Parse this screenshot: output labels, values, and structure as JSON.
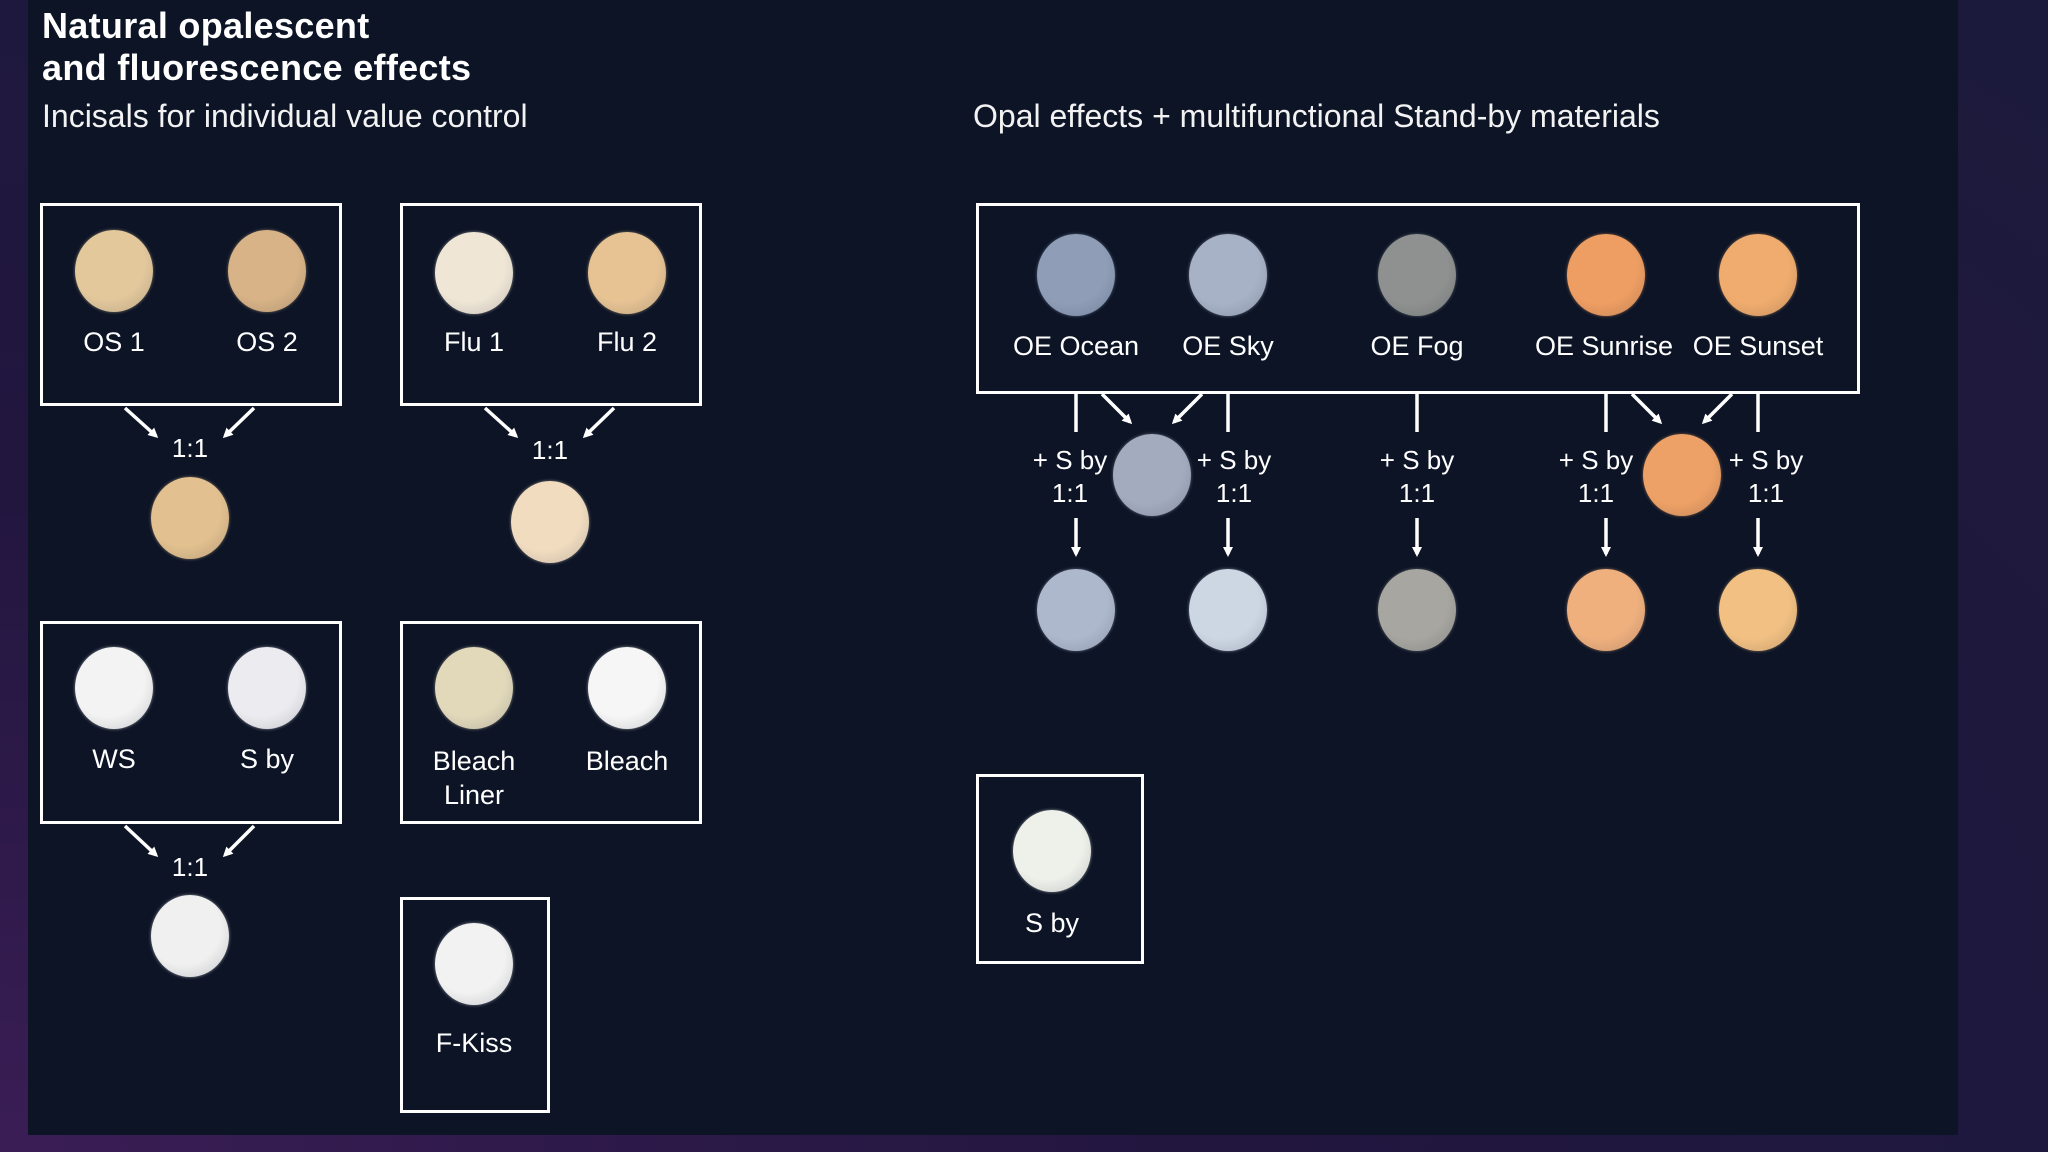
{
  "left": {
    "title_line1": "Natural opalescent",
    "title_line2": "and fluorescence effects",
    "subtitle": "Incisals for individual value control"
  },
  "right": {
    "subtitle": "Opal effects + multifunctional Stand-by materials"
  },
  "labels": {
    "os1": "OS 1",
    "os2": "OS 2",
    "flu1": "Flu 1",
    "flu2": "Flu 2",
    "ws": "WS",
    "sby": "S by",
    "bleach_liner_1": "Bleach",
    "bleach_liner_2": "Liner",
    "bleach": "Bleach",
    "fkiss": "F-Kiss",
    "oe_ocean": "OE Ocean",
    "oe_sky": "OE Sky",
    "oe_fog": "OE Fog",
    "oe_sunrise": "OE Sunrise",
    "oe_sunset": "OE Sunset",
    "sby_single": "S by"
  },
  "mix": {
    "ratio": "1:1",
    "plus_sby": "+ S by"
  },
  "colors": {
    "os1": "#e3c89c",
    "os2": "#d8b387",
    "mix_os": "#e2c08f",
    "flu1": "#efe6d6",
    "flu2": "#e7c394",
    "mix_flu": "#f1dcc0",
    "ws": "#f3f3f3",
    "sby": "#ececf0",
    "mix_ws": "#f0f0f0",
    "bleach_liner": "#e2d9bb",
    "bleach": "#f6f6f6",
    "fkiss": "#f2f2f2",
    "oe_ocean": "#8f9db7",
    "oe_sky": "#a8b2c6",
    "oe_fog": "#8e918f",
    "oe_sunrise": "#ee9e62",
    "oe_sunset": "#f0ac6e",
    "mix_ocean_sky": "#a3acbe",
    "mix_sunrise_sunset": "#eea166",
    "res_ocean": "#aeb8cd",
    "res_sky": "#cdd6e3",
    "res_fog": "#a7a6a0",
    "res_sunrise": "#efb07e",
    "res_sunset": "#f2c083",
    "sby_single": "#eef0ea"
  }
}
